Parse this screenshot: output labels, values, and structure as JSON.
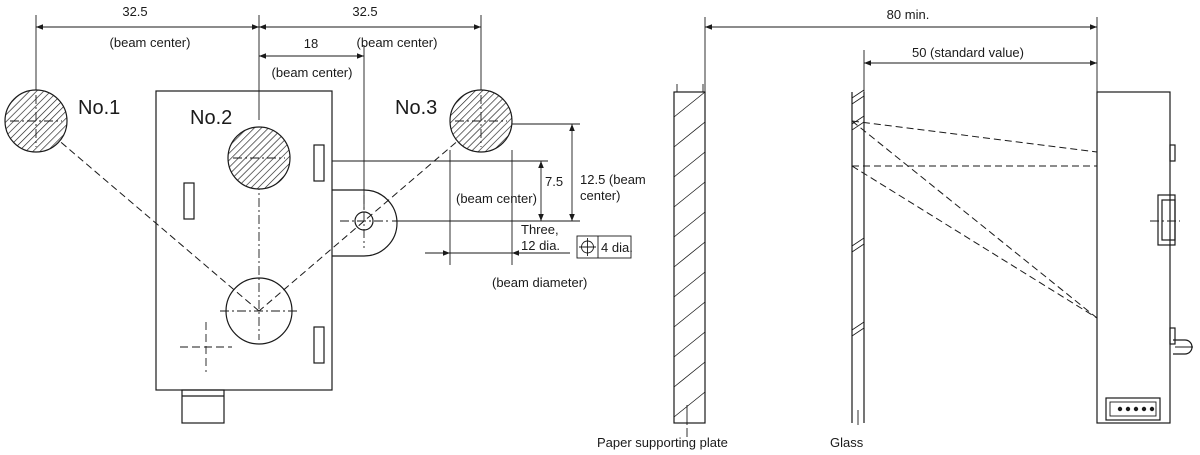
{
  "labels": {
    "dim_left_top": "32.5",
    "beam_center_left": "(beam center)",
    "dim_mid_top": "32.5",
    "beam_center_mid": "(beam center)",
    "dim_18": "18",
    "beam_center_18": "(beam center)",
    "no1": "No.1",
    "no2": "No.2",
    "no3": "No.3",
    "dim_7_5": "7.5",
    "beam_center_7_5": "(beam center)",
    "dim_12_5": "12.5 (beam",
    "dim_12_5_cont": "center)",
    "three": "Three,",
    "dia_12": "12 dia.",
    "dia_4": "4 dia.",
    "beam_diameter": "(beam diameter)",
    "dim_80": "80 min.",
    "dim_50": "50 (standard value)",
    "paper_plate": "Paper supporting plate",
    "glass": "Glass"
  },
  "colors": {
    "line": "#1a1a1a",
    "background": "#ffffff"
  }
}
